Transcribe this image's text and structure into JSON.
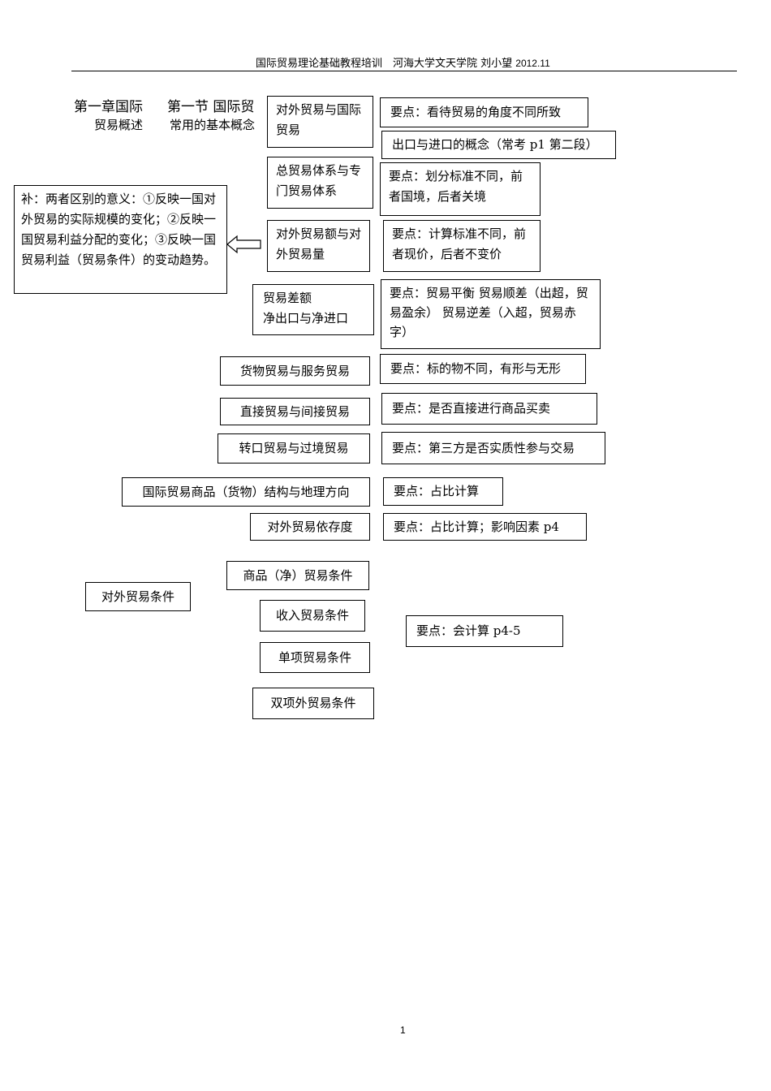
{
  "header": {
    "text": "国际贸易理论基础教程培训　河海大学文天学院  刘小望  ",
    "year": "2012.11"
  },
  "chapter": {
    "line1": "第一章国际",
    "line2": "贸易概述"
  },
  "section": {
    "line1": "第一节  国际贸",
    "line2": "常用的基本概念"
  },
  "supplement": "补：两者区别的意义：①反映一国对外贸易的实际规模的变化；②反映一国贸易利益分配的变化；③反映一国贸易利益（贸易条件）的变动趋势。",
  "concepts": {
    "c1": "对外贸易与国际贸易",
    "c2": "总贸易体系与专门贸易体系",
    "c3": "对外贸易额与对外贸易量",
    "c4_line1": "贸易差额",
    "c4_line2": "净出口与净进口",
    "c5": "货物贸易与服务贸易",
    "c6": "直接贸易与间接贸易",
    "c7": "转口贸易与过境贸易",
    "c8": "国际贸易商品（货物）结构与地理方向",
    "c9": "对外贸易依存度"
  },
  "points": {
    "p1": "要点：看待贸易的角度不同所致",
    "p1b": "出口与进口的概念（常考 p1 第二段）",
    "p2": "要点：划分标准不同，前者国境，后者关境",
    "p3": "要点：计算标准不同，前者现价，后者不变价",
    "p4": "要点：贸易平衡  贸易顺差（出超，贸易盈余）  贸易逆差（入超，贸易赤字）",
    "p5": "要点：标的物不同，有形与无形",
    "p6": "要点：是否直接进行商品买卖",
    "p7": "要点：第三方是否实质性参与交易",
    "p8": "要点：占比计算",
    "p9": "要点：占比计算；影响因素 p4",
    "p10": "要点：会计算 p4-5"
  },
  "terms": {
    "main": "对外贸易条件",
    "t1": "商品（净）贸易条件",
    "t2": "收入贸易条件",
    "t3": "单项贸易条件",
    "t4": "双项外贸易条件"
  },
  "page_number": "1",
  "icons": {
    "arrow": "hollow-left-arrow-icon"
  }
}
